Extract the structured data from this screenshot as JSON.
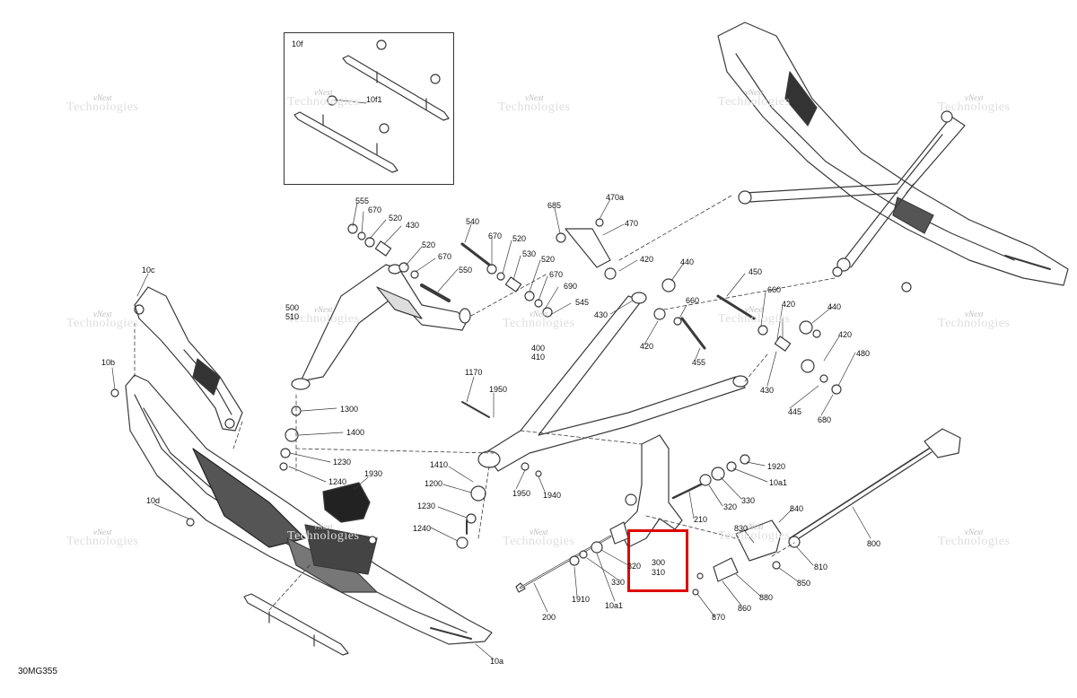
{
  "diagram_code": "30MG355",
  "highlight": {
    "part_numbers": [
      "300",
      "310"
    ],
    "border_color": "#e00000"
  },
  "watermark": {
    "line1": "vNext",
    "line2": "Technologies"
  },
  "colors": {
    "line": "#3a3a3a",
    "fill": "#ffffff",
    "shade": "#2a2a2a",
    "highlight": "#e00000"
  },
  "callouts": {
    "c10f": "10f",
    "c10f1": "10f1",
    "c10c": "10c",
    "c10b": "10b",
    "c10d": "10d",
    "c10a": "10a",
    "c555": "555",
    "c670a": "670",
    "c520a": "520",
    "c430a": "430",
    "c520b": "520",
    "c670b": "670",
    "c550": "550",
    "c540": "540",
    "c670c": "670",
    "c520c": "520",
    "c530": "530",
    "c520d": "520",
    "c670d": "670",
    "c690": "690",
    "c545": "545",
    "c500": "500",
    "c510": "510",
    "c685": "685",
    "c470a": "470a",
    "c470": "470",
    "c420a": "420",
    "c440a": "440",
    "c430b": "430",
    "c420b": "420",
    "c660a": "660",
    "c455": "455",
    "c450": "450",
    "c660b": "660",
    "c420c": "420",
    "c440b": "440",
    "c420d": "420",
    "c480": "480",
    "c430c": "430",
    "c445": "445",
    "c680": "680",
    "c400": "400",
    "c410": "410",
    "c1170": "1170",
    "c1950a": "1950",
    "c1300": "1300",
    "c1400": "1400",
    "c1230a": "1230",
    "c1240a": "1240",
    "c1930": "1930",
    "c1410": "1410",
    "c1200": "1200",
    "c1230b": "1230",
    "c1240b": "1240",
    "c1950b": "1950",
    "c1940": "1940",
    "c1920": "1920",
    "c10a1a": "10a1",
    "c330a": "330",
    "c320a": "320",
    "c210": "210",
    "c320b": "320",
    "c330b": "330",
    "c1910": "1910",
    "c10a1b": "10a1",
    "c200": "200",
    "c800": "800",
    "c840": "840",
    "c830": "830",
    "c810": "810",
    "c850": "850",
    "c880": "880",
    "c860": "860",
    "c870": "870"
  }
}
